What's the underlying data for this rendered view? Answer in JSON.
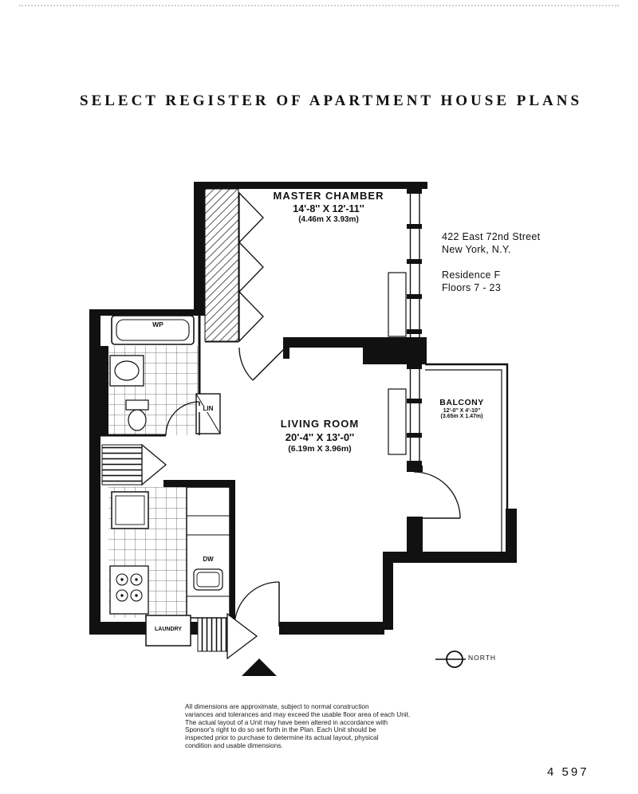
{
  "page": {
    "title": "SELECT REGISTER OF APARTMENT HOUSE PLANS",
    "page_number": "4 597"
  },
  "address": {
    "line1": "422 East 72nd Street",
    "line2": "New York, N.Y.",
    "residence": "Residence F",
    "floors": "Floors 7 - 23"
  },
  "rooms": {
    "master": {
      "name": "MASTER CHAMBER",
      "dims_ft": "14'-8'' X 12'-11''",
      "dims_m": "(4.46m X 3.93m)"
    },
    "living": {
      "name": "LIVING ROOM",
      "dims_ft": "20'-4'' X 13'-0''",
      "dims_m": "(6.19m X 3.96m)"
    },
    "balcony": {
      "name": "BALCONY",
      "dims_ft": "12'-0'' X 4'-10''",
      "dims_m": "(3.65m X 1.47m)"
    }
  },
  "fixtures": {
    "whirlpool": "WP",
    "linen": "LIN",
    "dishwasher": "DW",
    "laundry": "LAUNDRY"
  },
  "compass": {
    "north": "NORTH"
  },
  "disclaimer": {
    "lines": [
      "All dimensions are approximate, subject to normal construction",
      "variances and tolerances and may exceed the usable floor area of each Unit.",
      "The actual layout of a Unit may have been altered in accordance with",
      "Sponsor's right to do so set forth in the Plan. Each Unit should be",
      "inspected prior to purchase to determine its actual layout, physical",
      "condition and usable dimensions."
    ]
  },
  "colors": {
    "ink": "#111111",
    "paper": "#ffffff"
  }
}
